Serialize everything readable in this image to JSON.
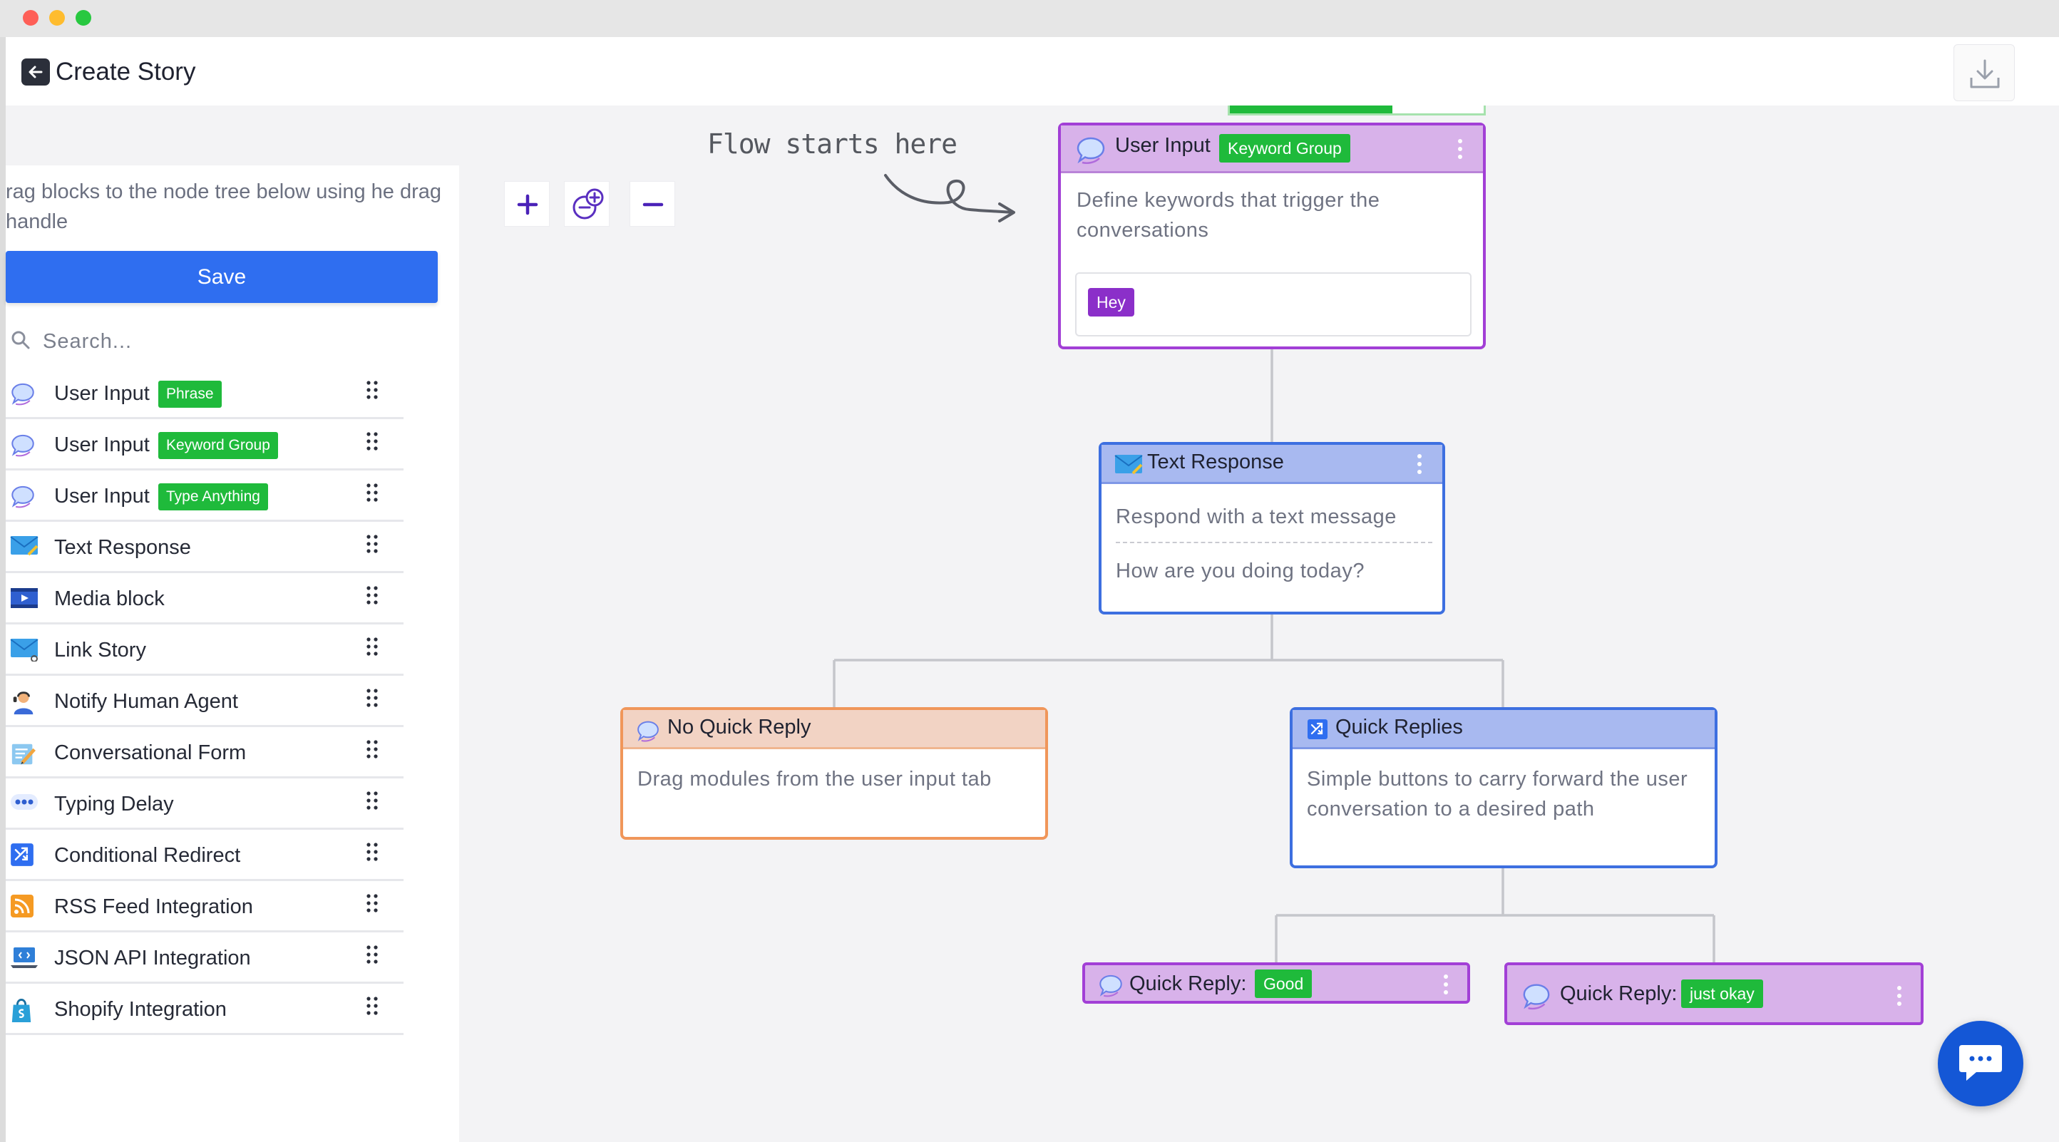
{
  "header": {
    "title": "Create Story"
  },
  "sidebar": {
    "help_text": "rag blocks to the node tree below using he drag handle",
    "save_label": "Save",
    "search_placeholder": "Search...",
    "items": [
      {
        "label": "User Input",
        "badge": "Phrase",
        "icon": "chat-bubble-icon"
      },
      {
        "label": "User Input",
        "badge": "Keyword Group",
        "icon": "chat-bubble-icon"
      },
      {
        "label": "User Input",
        "badge": "Type Anything",
        "icon": "chat-bubble-icon"
      },
      {
        "label": "Text Response",
        "badge": "",
        "icon": "envelope-icon"
      },
      {
        "label": "Media block",
        "badge": "",
        "icon": "film-icon"
      },
      {
        "label": "Link Story",
        "badge": "",
        "icon": "link-envelope-icon"
      },
      {
        "label": "Notify Human Agent",
        "badge": "",
        "icon": "agent-icon"
      },
      {
        "label": "Conversational Form",
        "badge": "",
        "icon": "form-pencil-icon"
      },
      {
        "label": "Typing Delay",
        "badge": "",
        "icon": "typing-dots-icon"
      },
      {
        "label": "Conditional Redirect",
        "badge": "",
        "icon": "shuffle-icon"
      },
      {
        "label": "RSS Feed Integration",
        "badge": "",
        "icon": "rss-icon"
      },
      {
        "label": "JSON API Integration",
        "badge": "",
        "icon": "code-laptop-icon"
      },
      {
        "label": "Shopify Integration",
        "badge": "",
        "icon": "shopping-bag-icon"
      }
    ]
  },
  "canvas": {
    "flow_note": "Flow starts here",
    "nodes": {
      "user_input": {
        "title": "User Input",
        "badge": "Keyword Group",
        "description": "Define keywords that trigger the conversations",
        "keyword": "Hey"
      },
      "text_response": {
        "title": "Text Response",
        "description": "Respond with a text message",
        "message": "How are you doing today?"
      },
      "no_quick_reply": {
        "title": "No Quick Reply",
        "description": "Drag modules from the user input tab"
      },
      "quick_replies": {
        "title": "Quick Replies",
        "description": "Simple buttons to carry forward the user conversation to a desired path"
      },
      "quick_reply_good": {
        "title": "Quick Reply:",
        "badge": "Good"
      },
      "quick_reply_okay": {
        "title": "Quick Reply:",
        "badge": "just okay"
      }
    }
  },
  "colors": {
    "accent_blue": "#2f6ef0",
    "badge_green": "#1fba3b",
    "user_input_border": "#a23fd6",
    "text_response_border": "#3d6fe0",
    "no_quick_reply_border": "#f0965a"
  }
}
